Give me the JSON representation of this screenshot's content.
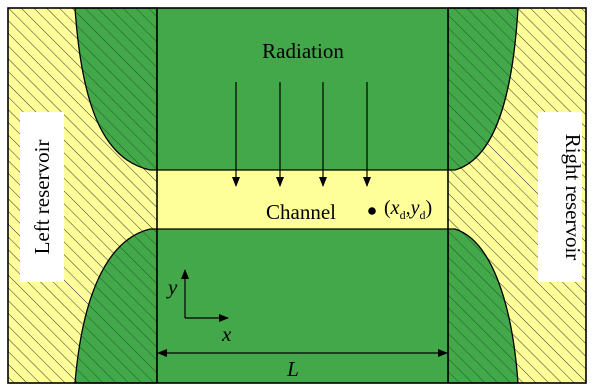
{
  "labels": {
    "radiation": "Radiation",
    "channel": "Channel",
    "left_reservoir": "Left reservoir",
    "right_reservoir": "Right reservoir",
    "axis_y": "y",
    "axis_x": "x",
    "length": "L",
    "point_open": "(",
    "point_x": "x",
    "point_x_sub": "d",
    "point_comma": ",",
    "point_y": "y",
    "point_y_sub": "d",
    "point_close": ")"
  },
  "colors": {
    "green": "#43a84a",
    "yellow": "#ffff99",
    "hatch_on_green": "#1e5a2a",
    "hatch_on_yellow": "#333333",
    "stroke": "#000000"
  },
  "radiation_arrow_count": 4
}
